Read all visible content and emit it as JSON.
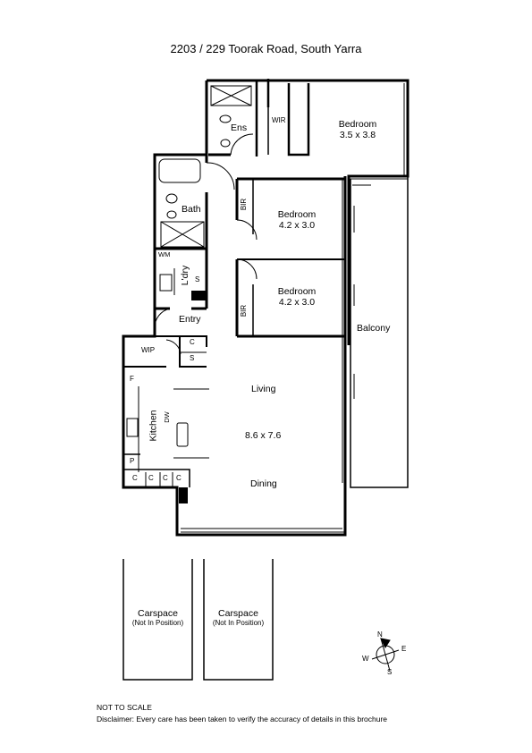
{
  "title": "2203 / 229 Toorak Road, South Yarra",
  "rooms": {
    "bedroom1": {
      "label": "Bedroom",
      "size": "3.5 x 3.8"
    },
    "bedroom2": {
      "label": "Bedroom",
      "size": "4.2 x 3.0"
    },
    "bedroom3": {
      "label": "Bedroom",
      "size": "4.2 x 3.0"
    },
    "ens": "Ens",
    "wir": "WIR",
    "bath": "Bath",
    "bir1": "BIR",
    "bir2": "BIR",
    "wm": "WM",
    "ldry": "L'dry",
    "s1": "S",
    "entry": "Entry",
    "wip": "WIP",
    "c_top": "C",
    "s2": "S",
    "f": "F",
    "kitchen": "Kitchen",
    "dw": "DW",
    "p": "P",
    "c_row": [
      "C",
      "C",
      "C",
      "C"
    ],
    "living": "Living",
    "living_size": "8.6 x 7.6",
    "dining": "Dining",
    "balcony": "Balcony"
  },
  "carspaces": [
    {
      "label": "Carspace",
      "note": "(Not In Position)"
    },
    {
      "label": "Carspace",
      "note": "(Not In Position)"
    }
  ],
  "compass": {
    "n": "N",
    "e": "E",
    "s": "S",
    "w": "W"
  },
  "footer": {
    "scale_note": "NOT TO SCALE",
    "disclaimer": "Disclaimer: Every care has been taken to verify the accuracy of details in this brochure"
  }
}
